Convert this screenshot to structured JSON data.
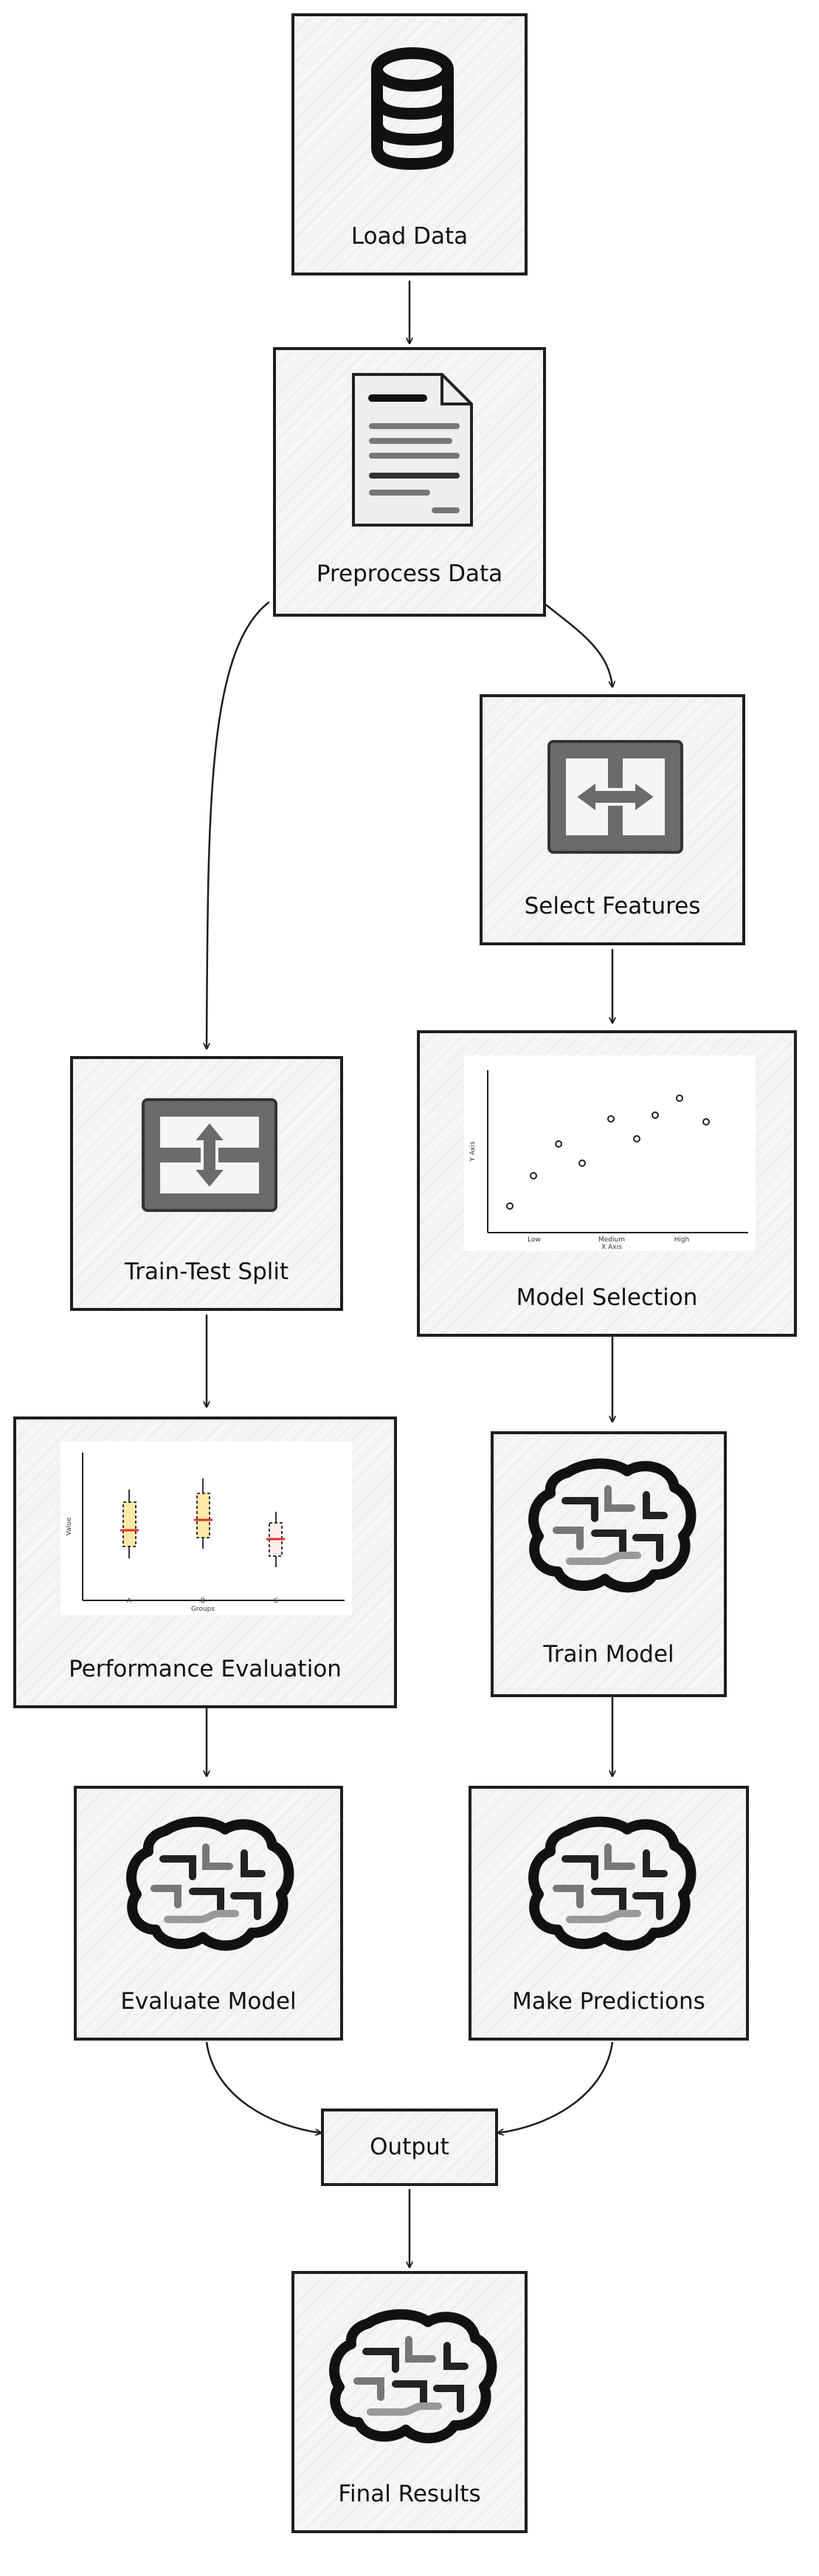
{
  "nodes": {
    "load_data": "Load Data",
    "preprocess_data": "Preprocess Data",
    "select_features": "Select Features",
    "train_test_split": "Train-Test Split",
    "model_selection": "Model Selection",
    "performance_evaluation": "Performance Evaluation",
    "train_model": "Train Model",
    "evaluate_model": "Evaluate Model",
    "make_predictions": "Make Predictions",
    "output": "Output",
    "final_results": "Final Results"
  },
  "scatter_thumbnail": {
    "xlabel": "X Axis",
    "ylabel": "Y Axis",
    "categories": [
      "Low",
      "Medium",
      "High"
    ]
  },
  "boxplot_thumbnail": {
    "xlabel": "Groups",
    "ylabel": "Value",
    "categories": [
      "A",
      "B",
      "C"
    ]
  },
  "colors": {
    "stroke": "#1e1e1e",
    "node_fill": "#f5f5f5",
    "median": "#e03131",
    "box_fill": "#ffe8a8"
  },
  "icons": [
    "database-icon",
    "document-icon",
    "horizontal-split-icon",
    "vertical-split-icon",
    "brain-icon"
  ]
}
